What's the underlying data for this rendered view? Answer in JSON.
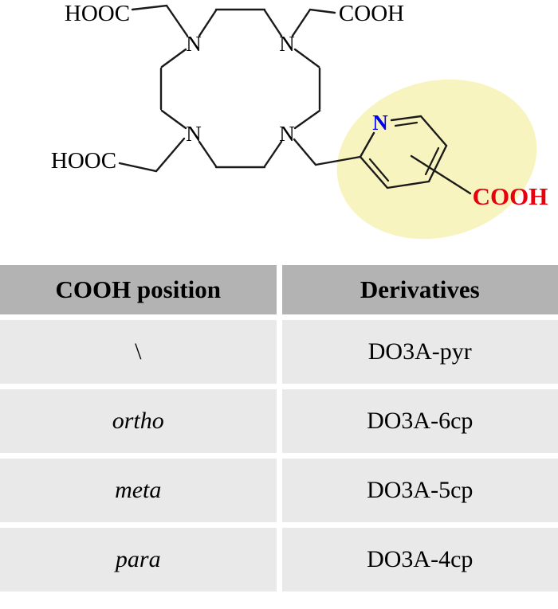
{
  "figure": {
    "structure": {
      "labels": {
        "hooc_top_left": "HOOC",
        "cooh_top_right": "COOH",
        "hooc_bottom_left": "HOOC",
        "n_top_left": "N",
        "n_top_right": "N",
        "n_bottom_left": "N",
        "n_bottom_right": "N",
        "pyridine_n": "N",
        "variable_cooh": "COOH"
      },
      "colors": {
        "bond": "#1a1a1a",
        "pyridine_n": "#0000ee",
        "variable_cooh": "#e8000d",
        "highlight": "#f8f4c0"
      }
    },
    "table": {
      "headers": [
        "COOH position",
        "Derivatives"
      ],
      "rows": [
        {
          "position": "\\",
          "derivative": "DO3A-pyr"
        },
        {
          "position": "ortho",
          "derivative": "DO3A-6cp"
        },
        {
          "position": "meta",
          "derivative": "DO3A-5cp"
        },
        {
          "position": "para",
          "derivative": "DO3A-4cp"
        }
      ],
      "colors": {
        "header_bg": "#b3b3b3",
        "row_bg": "#e9e9e9"
      }
    }
  }
}
